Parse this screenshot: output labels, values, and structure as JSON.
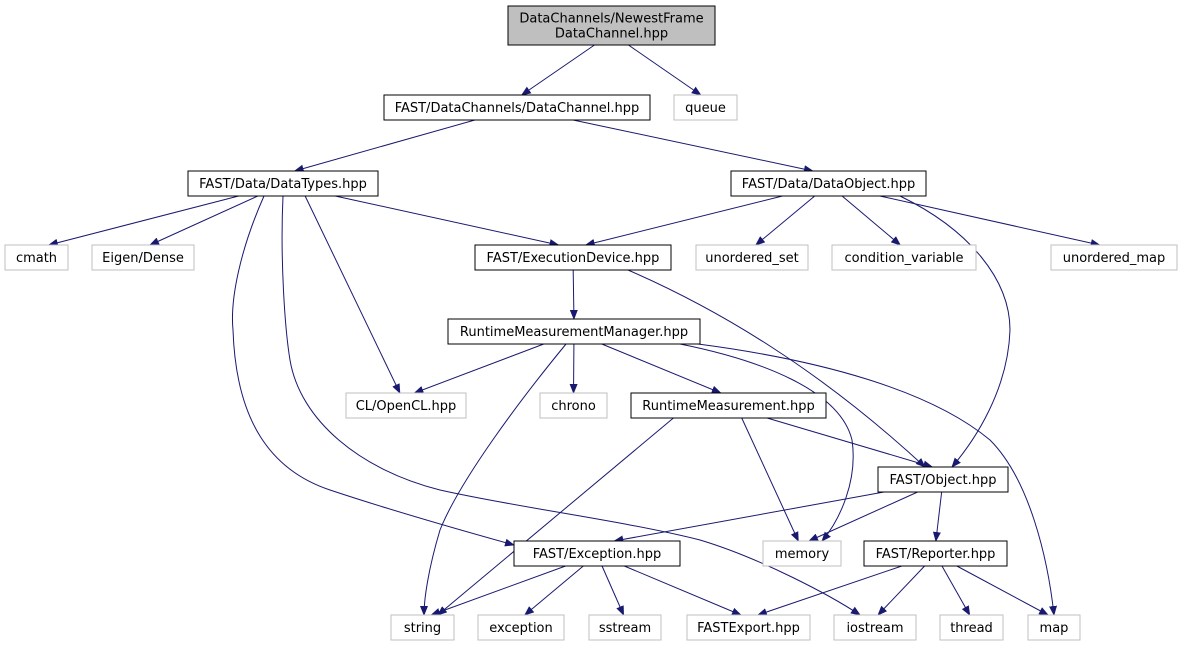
{
  "graph": {
    "colors": {
      "edge": "#191970",
      "root_fill": "#bfbfbf",
      "node_border": "#000000",
      "external_border": "#bfbfbf",
      "text": "#000000"
    },
    "nodes": [
      {
        "id": "root",
        "lines": [
          "DataChannels/NewestFrame",
          "DataChannel.hpp"
        ],
        "kind": "root"
      },
      {
        "id": "datachannel",
        "lines": [
          "FAST/DataChannels/DataChannel.hpp"
        ],
        "kind": "internal"
      },
      {
        "id": "queue",
        "lines": [
          "queue"
        ],
        "kind": "external"
      },
      {
        "id": "datatypes",
        "lines": [
          "FAST/Data/DataTypes.hpp"
        ],
        "kind": "internal"
      },
      {
        "id": "dataobject",
        "lines": [
          "FAST/Data/DataObject.hpp"
        ],
        "kind": "internal"
      },
      {
        "id": "cmath",
        "lines": [
          "cmath"
        ],
        "kind": "external"
      },
      {
        "id": "eigen",
        "lines": [
          "Eigen/Dense"
        ],
        "kind": "external"
      },
      {
        "id": "execdevice",
        "lines": [
          "FAST/ExecutionDevice.hpp"
        ],
        "kind": "internal"
      },
      {
        "id": "unordered_set",
        "lines": [
          "unordered_set"
        ],
        "kind": "external"
      },
      {
        "id": "condvar",
        "lines": [
          "condition_variable"
        ],
        "kind": "external"
      },
      {
        "id": "unordered_map",
        "lines": [
          "unordered_map"
        ],
        "kind": "external"
      },
      {
        "id": "rmm",
        "lines": [
          "RuntimeMeasurementManager.hpp"
        ],
        "kind": "internal"
      },
      {
        "id": "opencl",
        "lines": [
          "CL/OpenCL.hpp"
        ],
        "kind": "external"
      },
      {
        "id": "chrono",
        "lines": [
          "chrono"
        ],
        "kind": "external"
      },
      {
        "id": "rm",
        "lines": [
          "RuntimeMeasurement.hpp"
        ],
        "kind": "internal"
      },
      {
        "id": "object",
        "lines": [
          "FAST/Object.hpp"
        ],
        "kind": "internal"
      },
      {
        "id": "exception",
        "lines": [
          "FAST/Exception.hpp"
        ],
        "kind": "internal"
      },
      {
        "id": "memory",
        "lines": [
          "memory"
        ],
        "kind": "external"
      },
      {
        "id": "reporter",
        "lines": [
          "FAST/Reporter.hpp"
        ],
        "kind": "internal"
      },
      {
        "id": "string",
        "lines": [
          "string"
        ],
        "kind": "external"
      },
      {
        "id": "exceptionstd",
        "lines": [
          "exception"
        ],
        "kind": "external"
      },
      {
        "id": "sstream",
        "lines": [
          "sstream"
        ],
        "kind": "external"
      },
      {
        "id": "fastexport",
        "lines": [
          "FASTExport.hpp"
        ],
        "kind": "external"
      },
      {
        "id": "iostream",
        "lines": [
          "iostream"
        ],
        "kind": "external"
      },
      {
        "id": "thread",
        "lines": [
          "thread"
        ],
        "kind": "external"
      },
      {
        "id": "map",
        "lines": [
          "map"
        ],
        "kind": "external"
      }
    ],
    "edges": [
      [
        "root",
        "datachannel"
      ],
      [
        "root",
        "queue"
      ],
      [
        "datachannel",
        "datatypes"
      ],
      [
        "datachannel",
        "dataobject"
      ],
      [
        "datatypes",
        "cmath"
      ],
      [
        "datatypes",
        "eigen"
      ],
      [
        "datatypes",
        "execdevice"
      ],
      [
        "datatypes",
        "opencl"
      ],
      [
        "datatypes",
        "exception"
      ],
      [
        "datatypes",
        "iostream"
      ],
      [
        "dataobject",
        "execdevice"
      ],
      [
        "dataobject",
        "unordered_set"
      ],
      [
        "dataobject",
        "condvar"
      ],
      [
        "dataobject",
        "unordered_map"
      ],
      [
        "dataobject",
        "object"
      ],
      [
        "execdevice",
        "rmm"
      ],
      [
        "execdevice",
        "object"
      ],
      [
        "rmm",
        "opencl"
      ],
      [
        "rmm",
        "chrono"
      ],
      [
        "rmm",
        "rm"
      ],
      [
        "rmm",
        "string"
      ],
      [
        "rmm",
        "memory"
      ],
      [
        "rmm",
        "map"
      ],
      [
        "rm",
        "object"
      ],
      [
        "rm",
        "memory"
      ],
      [
        "rm",
        "string"
      ],
      [
        "object",
        "exception"
      ],
      [
        "object",
        "memory"
      ],
      [
        "object",
        "reporter"
      ],
      [
        "exception",
        "string"
      ],
      [
        "exception",
        "exceptionstd"
      ],
      [
        "exception",
        "sstream"
      ],
      [
        "exception",
        "fastexport"
      ],
      [
        "reporter",
        "fastexport"
      ],
      [
        "reporter",
        "iostream"
      ],
      [
        "reporter",
        "thread"
      ],
      [
        "reporter",
        "map"
      ]
    ]
  }
}
